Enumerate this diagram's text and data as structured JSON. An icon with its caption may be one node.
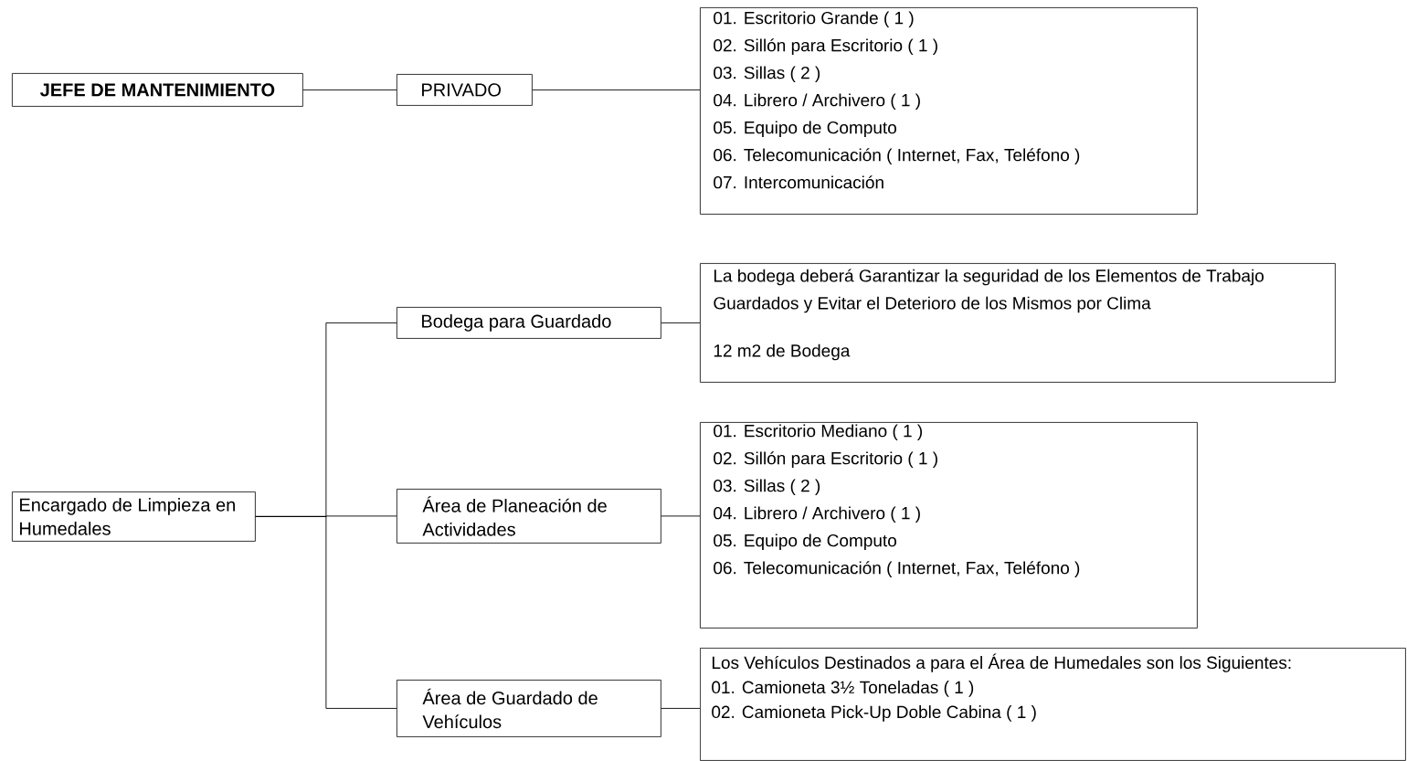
{
  "diagram": {
    "nodes": [
      {
        "text": [
          "JEFE DE MANTENIMIENTO"
        ]
      },
      {
        "text": [
          "PRIVADO"
        ]
      },
      {
        "text": [
          "01. Escritorio Grande ( 1 )",
          "02. Sillón para Escritorio ( 1 )",
          "03. Sillas ( 2 )",
          "04. Librero / Archivero ( 1 )",
          "05. Equipo de Computo",
          "06. Telecomunicación ( Internet, Fax, Teléfono )",
          "07. Intercomunicación"
        ]
      },
      {
        "text": [
          "Encargado de Limpieza en Humedales"
        ]
      },
      {
        "text": [
          "Bodega para Guardado"
        ]
      },
      {
        "text": [
          "La bodega deberá Garantizar la seguridad de los Elementos de Trabajo Guardados y Evitar el Deterioro de los Mismos por Clima",
          "12 m2 de Bodega"
        ]
      },
      {
        "text": [
          "Área de Planeación de Actividades"
        ]
      },
      {
        "text": [
          "01. Escritorio Mediano ( 1 )",
          "02. Sillón para Escritorio ( 1 )",
          "03. Sillas ( 2 )",
          "04. Librero / Archivero ( 1 )",
          "05. Equipo de Computo",
          "06. Telecomunicación ( Internet, Fax, Teléfono )"
        ]
      },
      {
        "text": [
          "Área de Guardado de Vehículos"
        ]
      },
      {
        "text": [
          "Los Vehículos Destinados a para el Área de Humedales son los Siguientes:",
          "01. Camioneta 3½ Toneladas ( 1 )",
          "02. Camioneta Pick-Up Doble Cabina ( 1 )"
        ]
      }
    ],
    "edges": [
      {
        "from": 0,
        "to": 1,
        "arrow": "none"
      },
      {
        "from": 1,
        "to": 2,
        "arrow": "none"
      },
      {
        "from": 3,
        "to": 4,
        "arrow": "none"
      },
      {
        "from": 3,
        "to": 6,
        "arrow": "none"
      },
      {
        "from": 3,
        "to": 8,
        "arrow": "none"
      },
      {
        "from": 4,
        "to": 5,
        "arrow": "none"
      },
      {
        "from": 6,
        "to": 7,
        "arrow": "none"
      },
      {
        "from": 8,
        "to": 9,
        "arrow": "none"
      }
    ]
  }
}
